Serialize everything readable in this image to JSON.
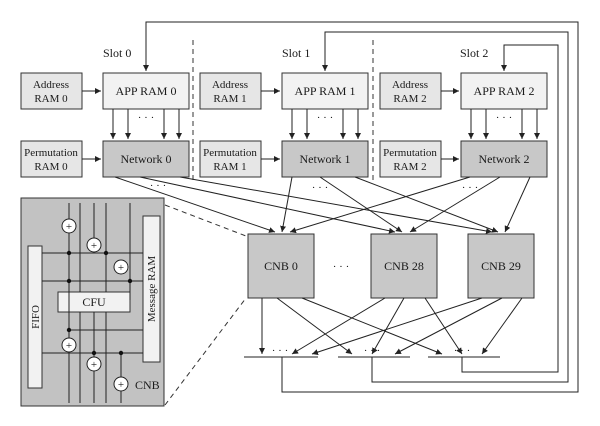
{
  "slots": [
    {
      "label": "Slot 0",
      "address": [
        "Address",
        "RAM 0"
      ],
      "app": "APP RAM 0",
      "perm": [
        "Permutation",
        "RAM 0"
      ],
      "network": "Network 0"
    },
    {
      "label": "Slot 1",
      "address": [
        "Address",
        "RAM 1"
      ],
      "app": "APP RAM 1",
      "perm": [
        "Permutation",
        "RAM 1"
      ],
      "network": "Network 1"
    },
    {
      "label": "Slot 2",
      "address": [
        "Address",
        "RAM 2"
      ],
      "app": "APP RAM 2",
      "perm": [
        "Permutation",
        "RAM 2"
      ],
      "network": "Network 2"
    }
  ],
  "cnbs": [
    "CNB 0",
    "CNB 28",
    "CNB 29"
  ],
  "ellipsis": "· · ·",
  "detail": {
    "fifo": "FIFO",
    "cfu": "CFU",
    "message_ram": "Message RAM",
    "cnb": "CNB",
    "adder_symbol": "+"
  }
}
